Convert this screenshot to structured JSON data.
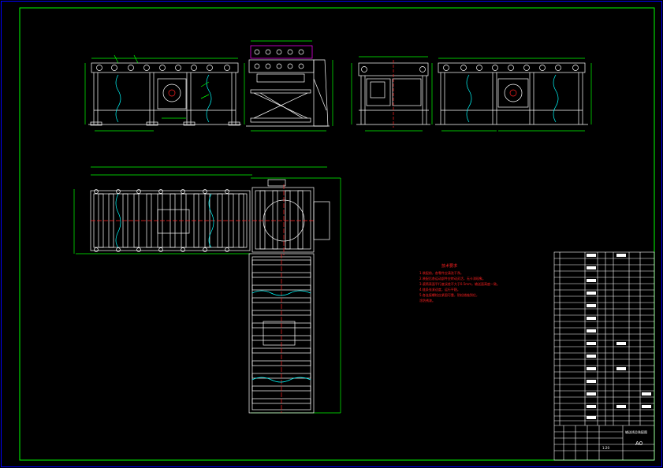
{
  "drawing": {
    "sheet_number": "A0",
    "notes_title": "技术要求",
    "notes": [
      "1.装配前，各零件应清洗干净。",
      "2.装配后各运动部件应转动灵活，无卡滞现象。",
      "3.滚筒表面平行度误差不大于0.5mm，输送面高度一致。",
      "4.链条张紧适度，运行平稳。",
      "5.各连接螺栓应紧固可靠，防松措施到位，",
      "  涂防锈漆。"
    ],
    "title_block": {
      "drawing_name": "输送线总装配图",
      "company": "",
      "scale": "1:20"
    }
  },
  "colors": {
    "background": "#000000",
    "frame": "#00ff00",
    "structure": "#ffffff",
    "dimension": "#00ff00",
    "centerline": "#ff2020",
    "belt": "#00ffff",
    "highlight": "#ff00ff",
    "notes": "#ff2020"
  }
}
